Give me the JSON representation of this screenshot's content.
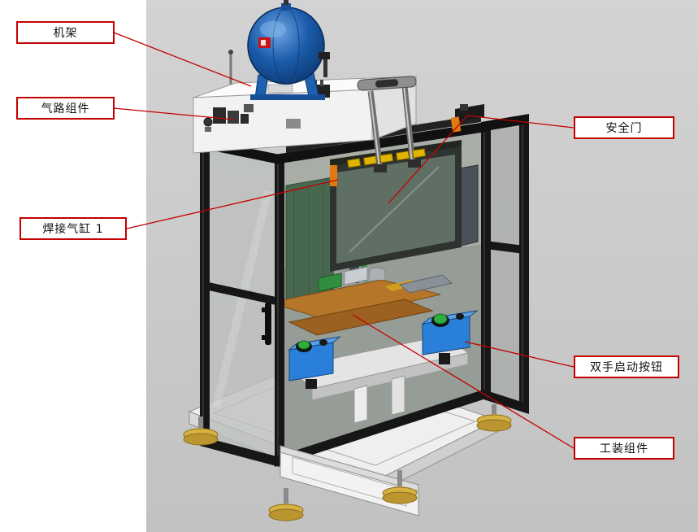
{
  "scene": {
    "background_color": "#ffffff",
    "stage_color": "#c9c9c9",
    "callout_color": "#c40000",
    "label_border_color": "#c40000",
    "label_text_color": "#111111"
  },
  "labels": [
    {
      "id": "frame",
      "text": "机架"
    },
    {
      "id": "pneumatic-assembly",
      "text": "气路组件"
    },
    {
      "id": "welding-cylinder-1",
      "text": "焊接气缸 1"
    },
    {
      "id": "safety-door",
      "text": "安全门"
    },
    {
      "id": "two-hand-start-buttons",
      "text": "双手启动按钮"
    },
    {
      "id": "tooling-assembly",
      "text": "工装组件"
    }
  ],
  "machine_colors": {
    "air_tank": "#1b5cab",
    "frame": "#161616",
    "glass": "#bcc0bc",
    "button_box": "#2a7fd8",
    "start_button": "#2fae3f",
    "leveling_feet": "#d8b23f",
    "tooling_plate": "#b5762a",
    "enclosure": "#f2f2f2"
  }
}
